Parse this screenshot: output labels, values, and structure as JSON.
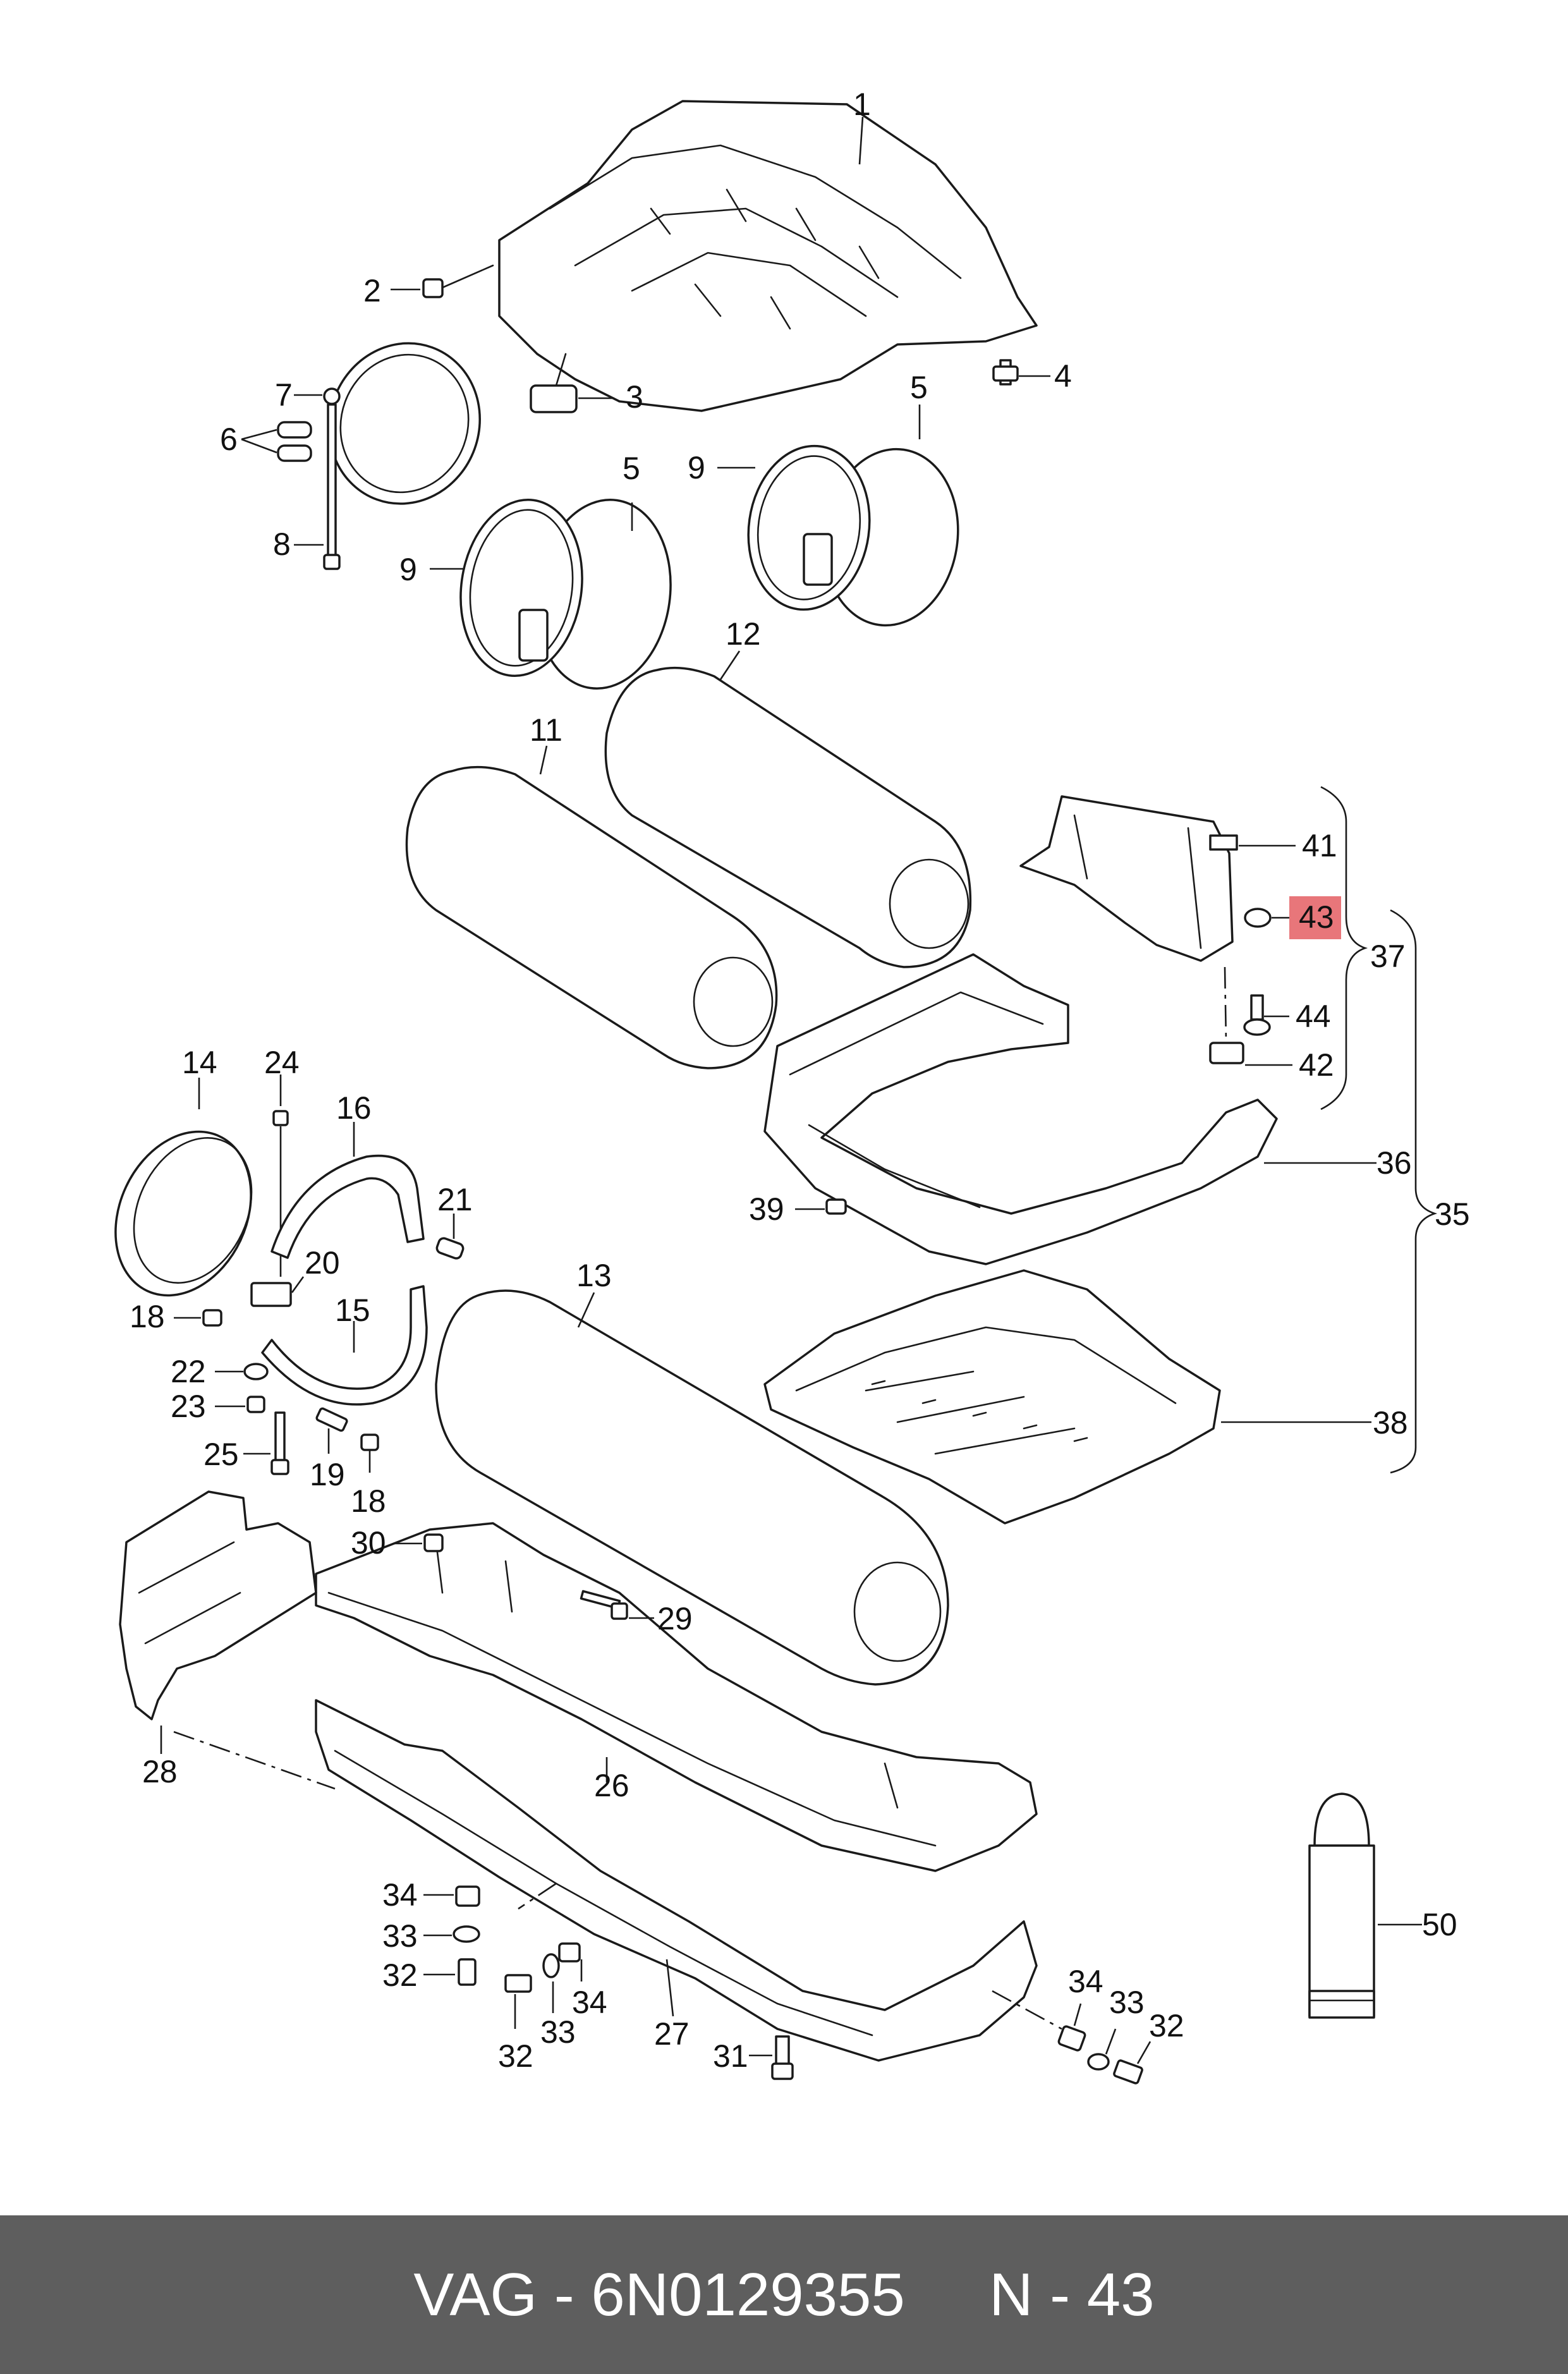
{
  "footer": {
    "text": "VAG - 6N0129355     N - 43"
  },
  "highlight_color": "#e8767a",
  "callouts": {
    "c1": "1",
    "c2": "2",
    "c3": "3",
    "c4": "4",
    "c5a": "5",
    "c5b": "5",
    "c6": "6",
    "c7": "7",
    "c8": "8",
    "c9a": "9",
    "c9b": "9",
    "c11": "11",
    "c12": "12",
    "c13": "13",
    "c14": "14",
    "c15": "15",
    "c16": "16",
    "c18a": "18",
    "c18b": "18",
    "c19": "19",
    "c20": "20",
    "c21": "21",
    "c22": "22",
    "c23": "23",
    "c24": "24",
    "c25": "25",
    "c26": "26",
    "c27": "27",
    "c28": "28",
    "c29": "29",
    "c30": "30",
    "c31": "31",
    "c32a": "32",
    "c32b": "32",
    "c32c": "32",
    "c33a": "33",
    "c33b": "33",
    "c33c": "33",
    "c34a": "34",
    "c34b": "34",
    "c34c": "34",
    "c35": "35",
    "c36": "36",
    "c37": "37",
    "c38": "38",
    "c39": "39",
    "c41": "41",
    "c42": "42",
    "c43": "43",
    "c44": "44",
    "c50": "50"
  }
}
